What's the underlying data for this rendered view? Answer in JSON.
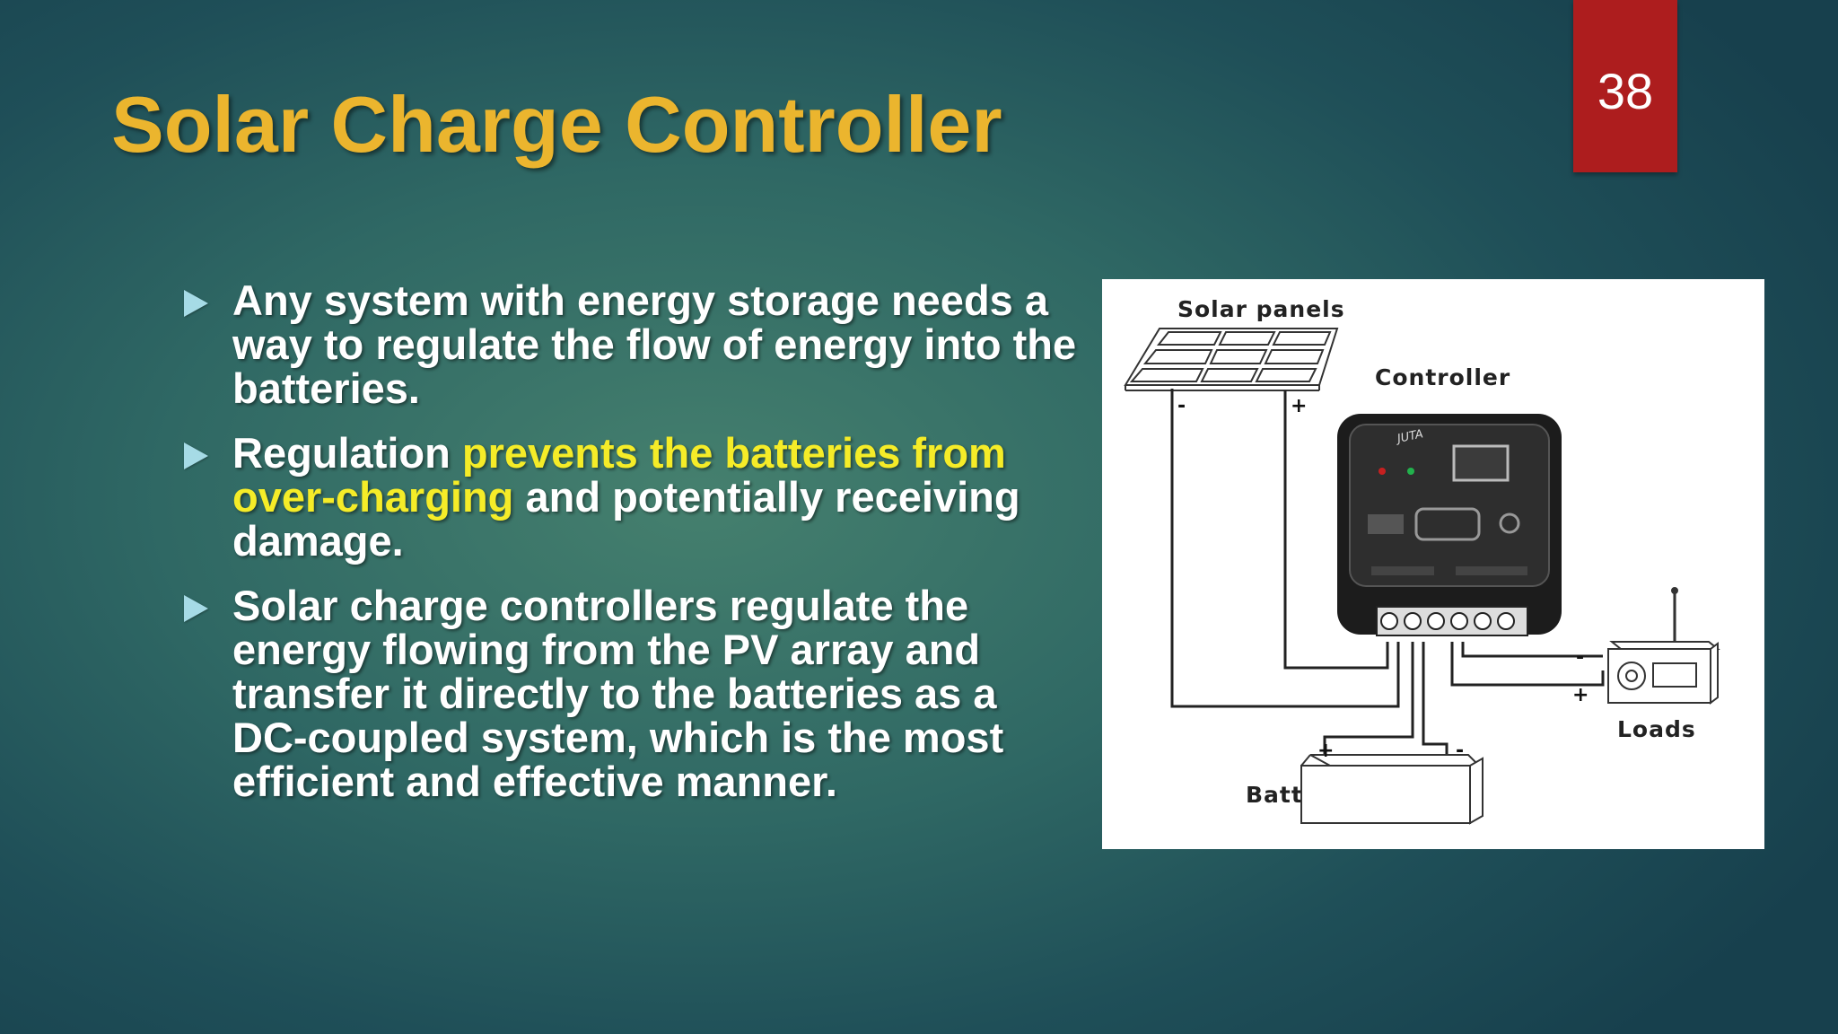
{
  "slide": {
    "title": "Solar Charge Controller",
    "page_number": "38"
  },
  "bullets": [
    {
      "segments": [
        {
          "text": "Any system with energy storage needs a way to regulate the flow of energy into the batteries.",
          "highlight": false
        }
      ]
    },
    {
      "segments": [
        {
          "text": "Regulation ",
          "highlight": false
        },
        {
          "text": "prevents the batteries from over-charging",
          "highlight": true
        },
        {
          "text": " and potentially receiving damage.",
          "highlight": false
        }
      ]
    },
    {
      "segments": [
        {
          "text": "Solar charge controllers regulate the energy flowing from the PV array and transfer it directly to the batteries as a DC-coupled system, which is the most efficient and effective manner.",
          "highlight": false
        }
      ]
    }
  ],
  "diagram": {
    "labels": {
      "solar_panels": "Solar panels",
      "controller": "Controller",
      "battery": "Battery",
      "loads": "Loads",
      "controller_brand": "JUTA"
    },
    "polarity": {
      "panel_negative": "-",
      "panel_positive": "+",
      "battery_positive": "+",
      "battery_negative": "-",
      "load_negative": "-",
      "load_positive": "+"
    }
  },
  "colors": {
    "title": "#ebb52e",
    "highlight": "#f5ec28",
    "page_badge": "#ad1d1e",
    "bullet_arrow": "#a6dbe6"
  }
}
